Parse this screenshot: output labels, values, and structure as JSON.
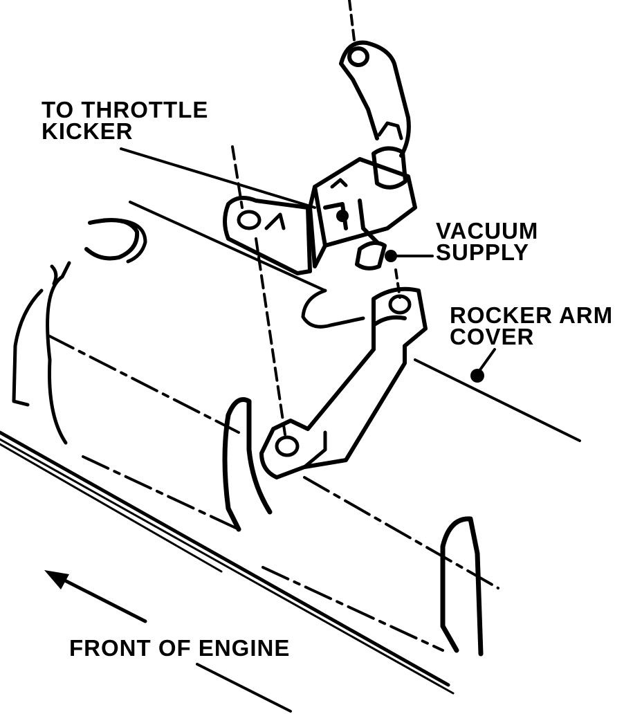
{
  "labels": {
    "throttle_kicker": [
      "TO THROTTLE",
      "KICKER"
    ],
    "vacuum_supply": [
      "VACUUM",
      "SUPPLY"
    ],
    "rocker_arm_cover": [
      "ROCKER ARM",
      "COVER"
    ],
    "front_of_engine": "FRONT OF ENGINE"
  },
  "colors": {
    "ink": "#000000",
    "paper": "#ffffff"
  }
}
